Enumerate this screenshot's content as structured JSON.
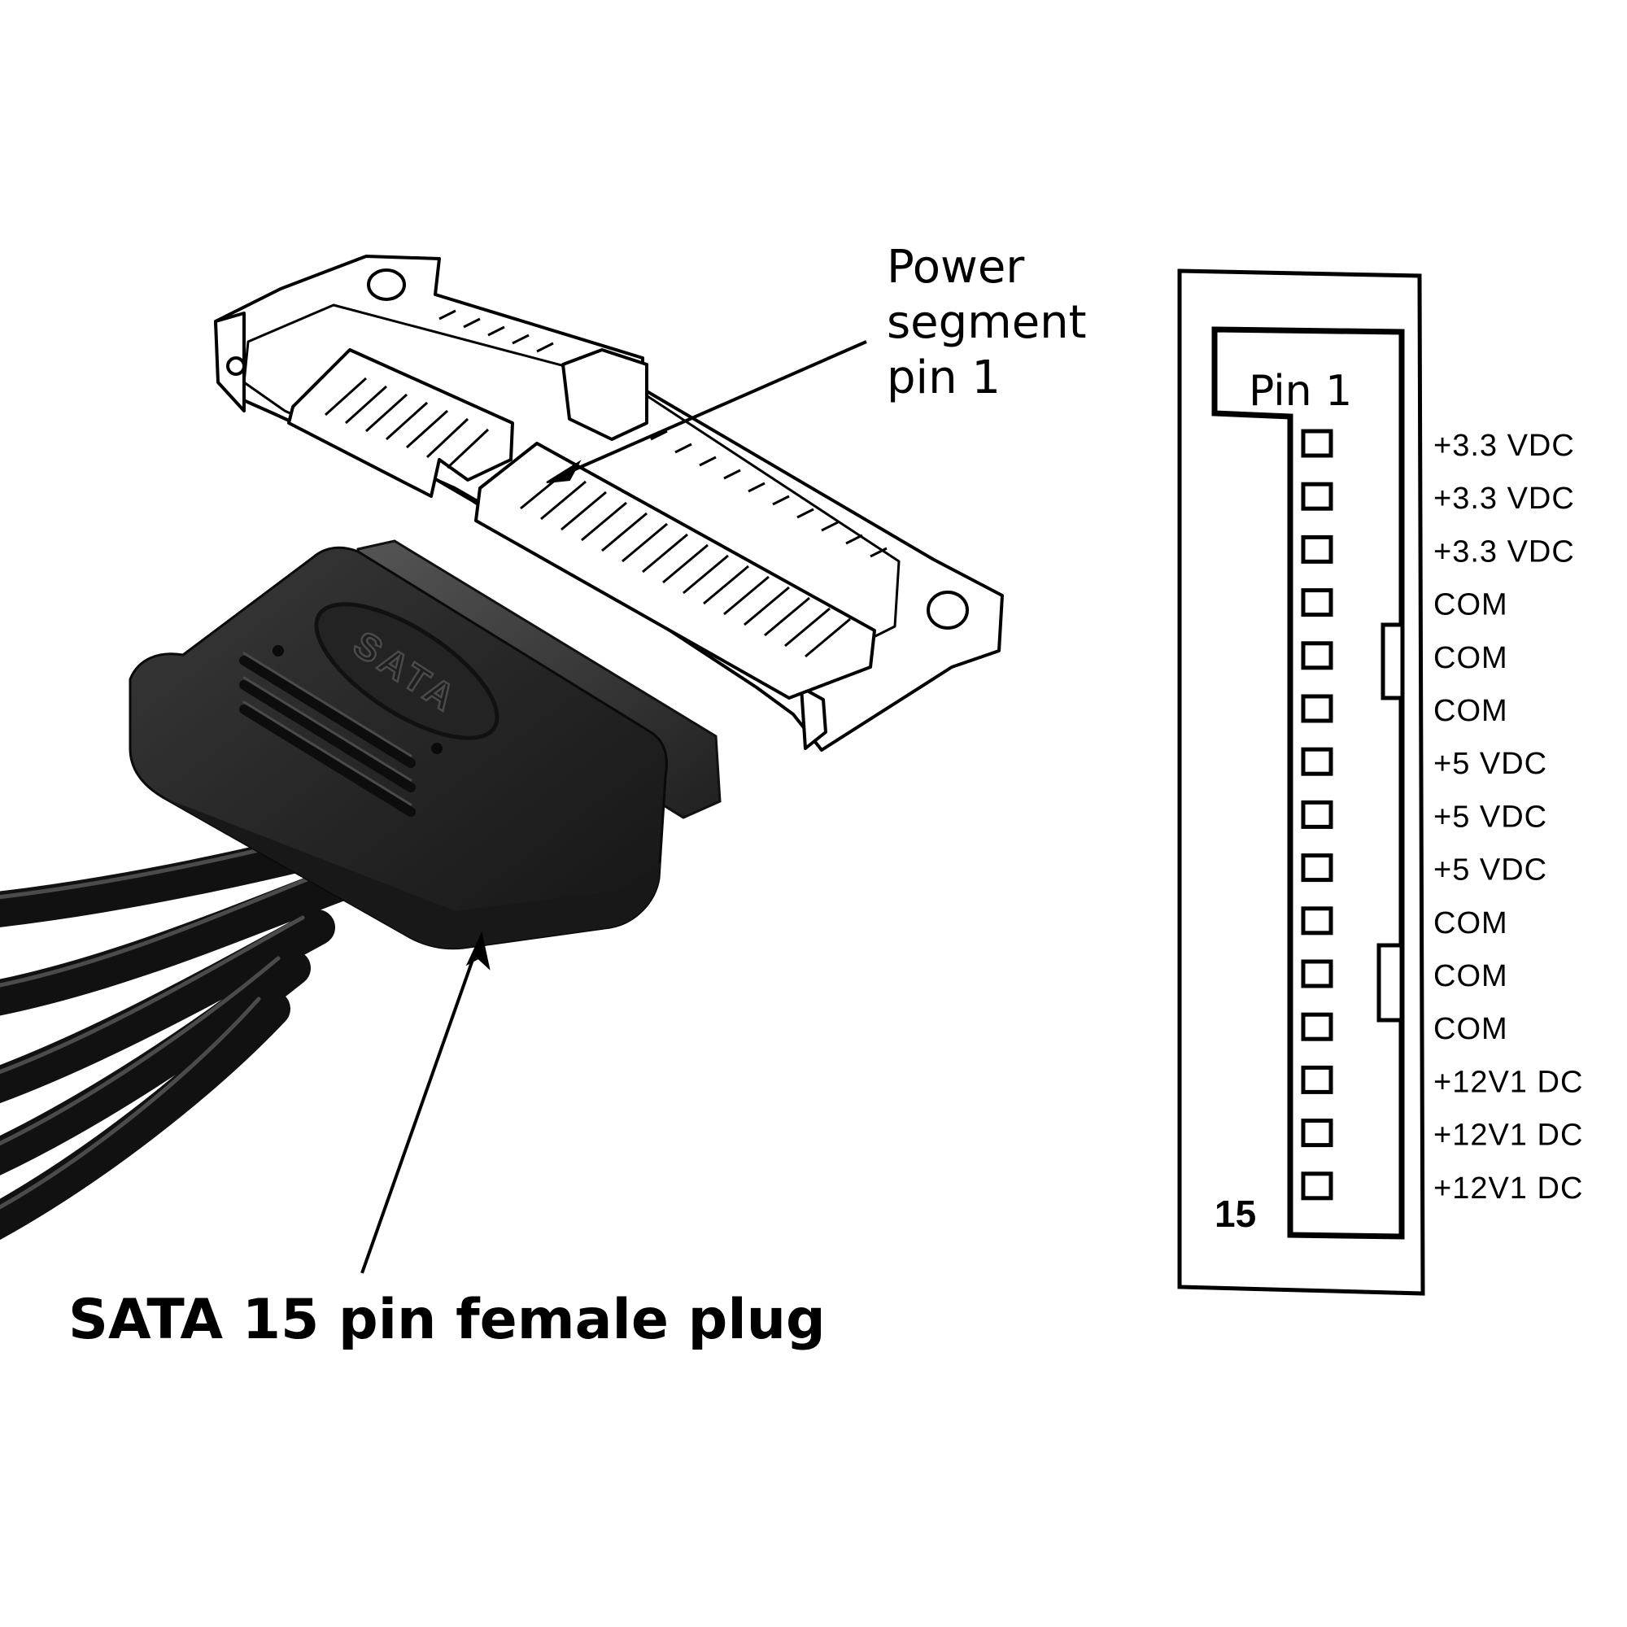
{
  "callouts": {
    "power_segment": [
      "Power",
      "segment",
      "pin 1"
    ],
    "plug_caption": "SATA 15 pin female plug"
  },
  "plug": {
    "brand_text": "SATA"
  },
  "pinout": {
    "pin1_label": "Pin 1",
    "pin15_label": "15",
    "pins": [
      "+3.3 VDC",
      "+3.3 VDC",
      "+3.3 VDC",
      "COM",
      "COM",
      "COM",
      "+5 VDC",
      "+5 VDC",
      "+5 VDC",
      "COM",
      "COM",
      "COM",
      "+12V1 DC",
      "+12V1 DC",
      "+12V1 DC"
    ]
  }
}
